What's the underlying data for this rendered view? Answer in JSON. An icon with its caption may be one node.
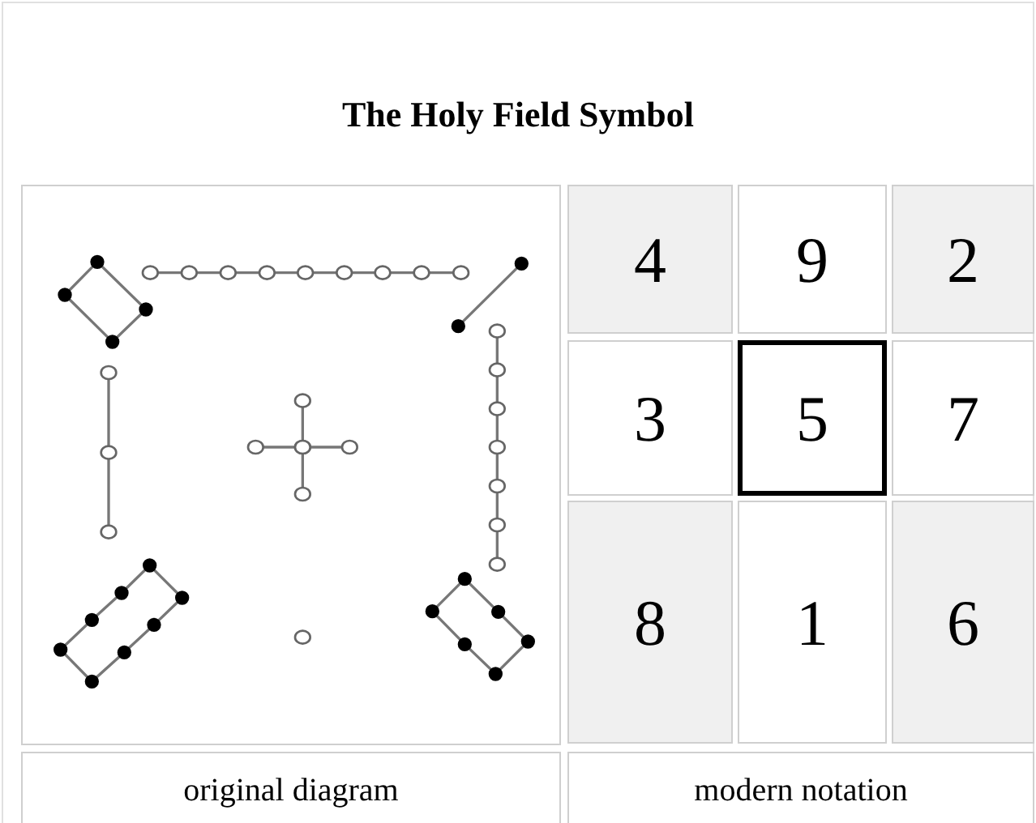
{
  "diagram": {
    "title": "The Holy Field Symbol",
    "labels": [
      "4",
      "9",
      "2",
      "3",
      "5",
      "7",
      "8",
      "1",
      "6",
      "original diagram",
      "modern notation"
    ]
  }
}
